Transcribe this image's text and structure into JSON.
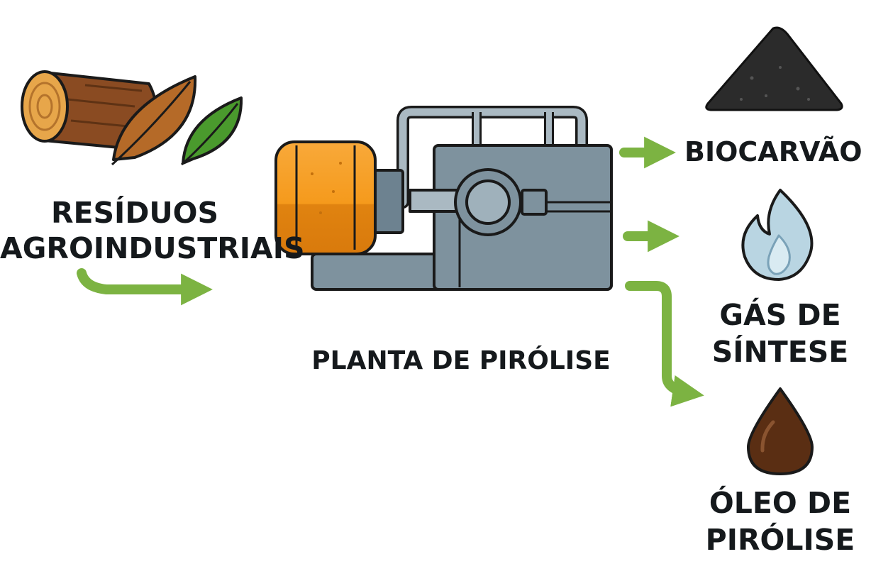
{
  "diagram": {
    "input": {
      "label_lines": [
        "RESÍDUOS",
        "AGROINDUSTRIAIS"
      ],
      "icon": "wood-log-and-leaves-icon"
    },
    "plant": {
      "label": "PLANTA DE PIRÓLISE",
      "icon": "pyrolysis-plant-icon"
    },
    "outputs": [
      {
        "label_lines": [
          "BIOCARVÃO"
        ],
        "icon": "biochar-pile-icon"
      },
      {
        "label_lines": [
          "GÁS DE",
          "SÍNTESE"
        ],
        "icon": "flame-icon"
      },
      {
        "label_lines": [
          "ÓLEO DE",
          "PIRÓLISE"
        ],
        "icon": "oil-drop-icon"
      }
    ],
    "colors": {
      "arrow": "#7cb342",
      "text": "#15191c",
      "plant_body": "#7e929e",
      "plant_motor": "#f59a1c",
      "biochar": "#2b2b2b",
      "flame": "#b9d5e2",
      "oil": "#5a2e13",
      "wood": "#8a4b22",
      "leaf_green": "#4a9a2d"
    }
  }
}
